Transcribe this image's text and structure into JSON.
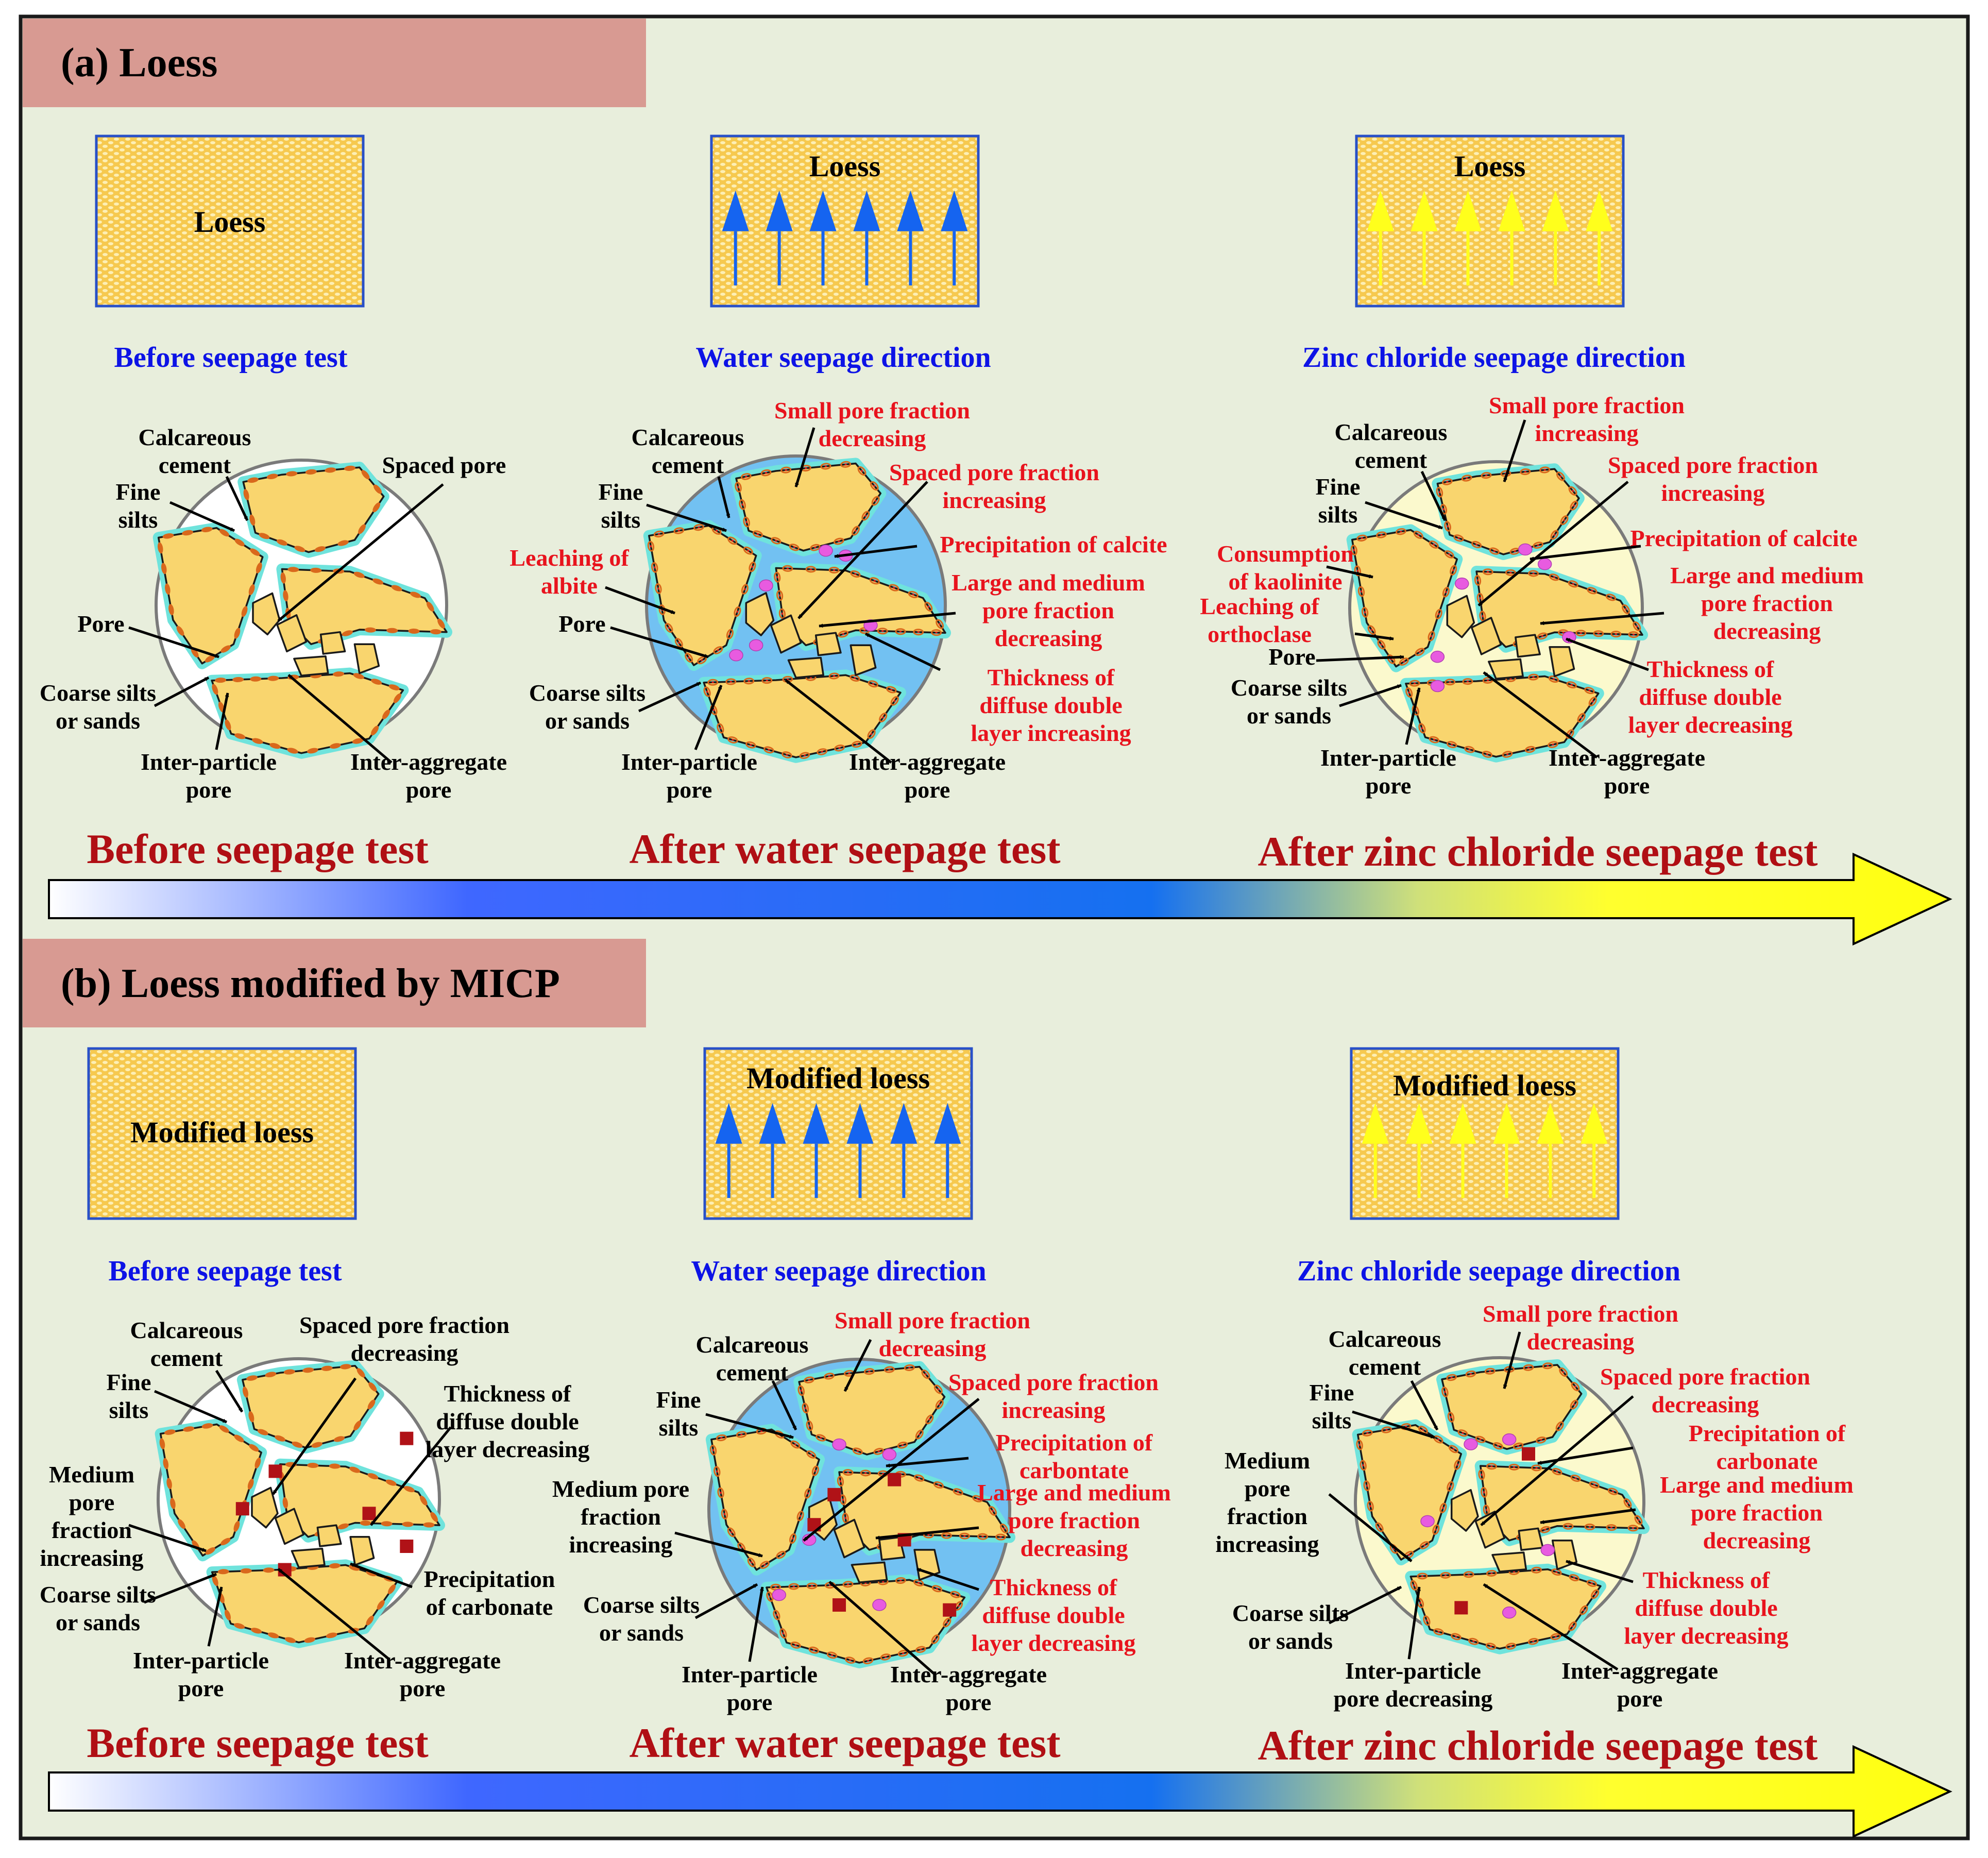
{
  "colors": {
    "background": "#e8eedc",
    "section_header": "#d89a92",
    "blue_text": "#0d13e6",
    "red_text": "#e8131d",
    "dark_red_text": "#b00f14",
    "particle_fill": "#f9d56e",
    "cement_rim": "#6fe3dc",
    "iron_oxide_dots": "#d9681c",
    "calcite_dots": "#e85be0",
    "carbonate_squares": "#b01217",
    "water_fill": "#72c1f2",
    "zinc_fill": "#fbf9cd",
    "water_arrow": "#1564f0",
    "zinc_arrow": "#ffff1c"
  },
  "section_a": {
    "title": "(a) Loess",
    "box_labels": [
      "Loess",
      "Loess",
      "Loess"
    ],
    "box_captions": [
      "Before seepage test",
      "Water seepage direction",
      "Zinc chloride seepage direction"
    ],
    "stage_labels": [
      "Before seepage test",
      "After water seepage test",
      "After zinc chloride seepage test"
    ],
    "panel1": {
      "calcareous": [
        "Calcareous",
        "cement"
      ],
      "fine": [
        "Fine",
        "silts"
      ],
      "spaced": "Spaced pore",
      "pore": "Pore",
      "coarse": [
        "Coarse silts",
        "or sands"
      ],
      "interparticle": [
        "Inter-particle",
        "pore"
      ],
      "interaggregate": [
        "Inter-aggregate",
        "pore"
      ]
    },
    "panel2": {
      "calcareous": [
        "Calcareous",
        "cement"
      ],
      "fine": [
        "Fine",
        "silts"
      ],
      "leaching": [
        "Leaching of",
        "albite"
      ],
      "pore": "Pore",
      "coarse": [
        "Coarse silts",
        "or sands"
      ],
      "interparticle": [
        "Inter-particle",
        "pore"
      ],
      "interaggregate": [
        "Inter-aggregate",
        "pore"
      ],
      "small": [
        "Small pore fraction",
        "decreasing"
      ],
      "spaced": [
        "Spaced pore fraction",
        "increasing"
      ],
      "precip": "Precipitation of calcite",
      "large": [
        "Large and medium",
        "pore fraction",
        "decreasing"
      ],
      "thickness": [
        "Thickness of",
        "diffuse double",
        "layer increasing"
      ]
    },
    "panel3": {
      "calcareous": [
        "Calcareous",
        "cement"
      ],
      "fine": [
        "Fine",
        "silts"
      ],
      "consumption": [
        "Consumption",
        "of kaolinite"
      ],
      "leaching": [
        "Leaching of",
        "orthoclase"
      ],
      "pore": "Pore",
      "coarse": [
        "Coarse silts",
        "or sands"
      ],
      "interparticle": [
        "Inter-particle",
        "pore"
      ],
      "interaggregate": [
        "Inter-aggregate",
        "pore"
      ],
      "small": [
        "Small pore fraction",
        "increasing"
      ],
      "spaced": [
        "Spaced pore fraction",
        "increasing"
      ],
      "precip": "Precipitation of calcite",
      "large": [
        "Large and medium",
        "pore fraction",
        "decreasing"
      ],
      "thickness": [
        "Thickness of",
        "diffuse double",
        "layer decreasing"
      ]
    }
  },
  "section_b": {
    "title": "(b) Loess modified by MICP",
    "box_labels": [
      "Modified loess",
      "Modified loess",
      "Modified loess"
    ],
    "box_captions": [
      "Before seepage test",
      "Water seepage direction",
      "Zinc chloride seepage direction"
    ],
    "stage_labels": [
      "Before seepage test",
      "After water seepage test",
      "After zinc chloride seepage test"
    ],
    "panel1": {
      "calcareous": [
        "Calcareous",
        "cement"
      ],
      "fine": [
        "Fine",
        "silts"
      ],
      "spaced": [
        "Spaced pore fraction",
        "decreasing"
      ],
      "thickness": [
        "Thickness of",
        "diffuse double",
        "layer decreasing"
      ],
      "medium": [
        "Medium",
        "pore",
        "fraction",
        "increasing"
      ],
      "coarse": [
        "Coarse silts",
        "or sands"
      ],
      "precip": [
        "Precipitation",
        "of carbonate"
      ],
      "interparticle": [
        "Inter-particle",
        "pore"
      ],
      "interaggregate": [
        "Inter-aggregate",
        "pore"
      ]
    },
    "panel2": {
      "calcareous": [
        "Calcareous",
        "cement"
      ],
      "fine": [
        "Fine",
        "silts"
      ],
      "medium": [
        "Medium pore",
        "fraction",
        "increasing"
      ],
      "coarse": [
        "Coarse silts",
        "or sands"
      ],
      "interparticle": [
        "Inter-particle",
        "pore"
      ],
      "interaggregate": [
        "Inter-aggregate",
        "pore"
      ],
      "small": [
        "Small pore fraction",
        "decreasing"
      ],
      "spaced": [
        "Spaced pore fraction",
        "increasing"
      ],
      "precip": [
        "Precipitation of",
        "carbontate"
      ],
      "large": [
        "Large and medium",
        "pore fraction",
        "decreasing"
      ],
      "thickness": [
        "Thickness of",
        "diffuse double",
        "layer decreasing"
      ]
    },
    "panel3": {
      "calcareous": [
        "Calcareous",
        "cement"
      ],
      "fine": [
        "Fine",
        "silts"
      ],
      "medium": [
        "Medium",
        "pore",
        "fraction",
        "increasing"
      ],
      "coarse": [
        "Coarse silts",
        "or sands"
      ],
      "interparticle": [
        "Inter-particle",
        "pore decreasing"
      ],
      "interaggregate": [
        "Inter-aggregate",
        "pore"
      ],
      "small": [
        "Small pore fraction",
        "decreasing"
      ],
      "spaced": [
        "Spaced pore fraction",
        "decreasing"
      ],
      "precip": [
        "Precipitation of",
        "carbonate"
      ],
      "large": [
        "Large and medium",
        "pore fraction",
        "decreasing"
      ],
      "thickness": [
        "Thickness of",
        "diffuse double",
        "layer decreasing"
      ]
    }
  }
}
